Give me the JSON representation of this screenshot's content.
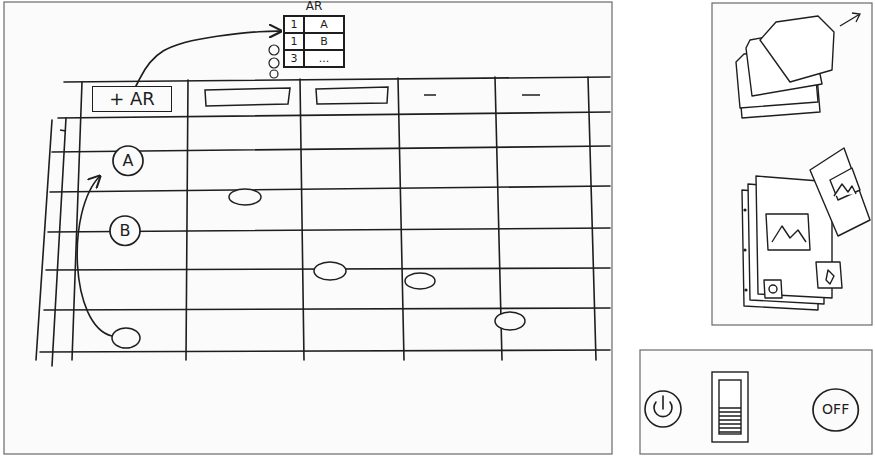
{
  "diagram": {
    "nodes": [
      {
        "text": [
          "AR"
        ]
      },
      {
        "text": [
          "+ AR"
        ]
      },
      {
        "text": [
          "A"
        ]
      },
      {
        "text": [
          "B"
        ]
      },
      {
        "text": [
          "OFF"
        ]
      }
    ],
    "edges": [
      {
        "from": 1,
        "to": 0,
        "arrow": "to"
      }
    ],
    "labels": [
      "1",
      "A",
      "1",
      "B",
      "3",
      "..."
    ]
  }
}
